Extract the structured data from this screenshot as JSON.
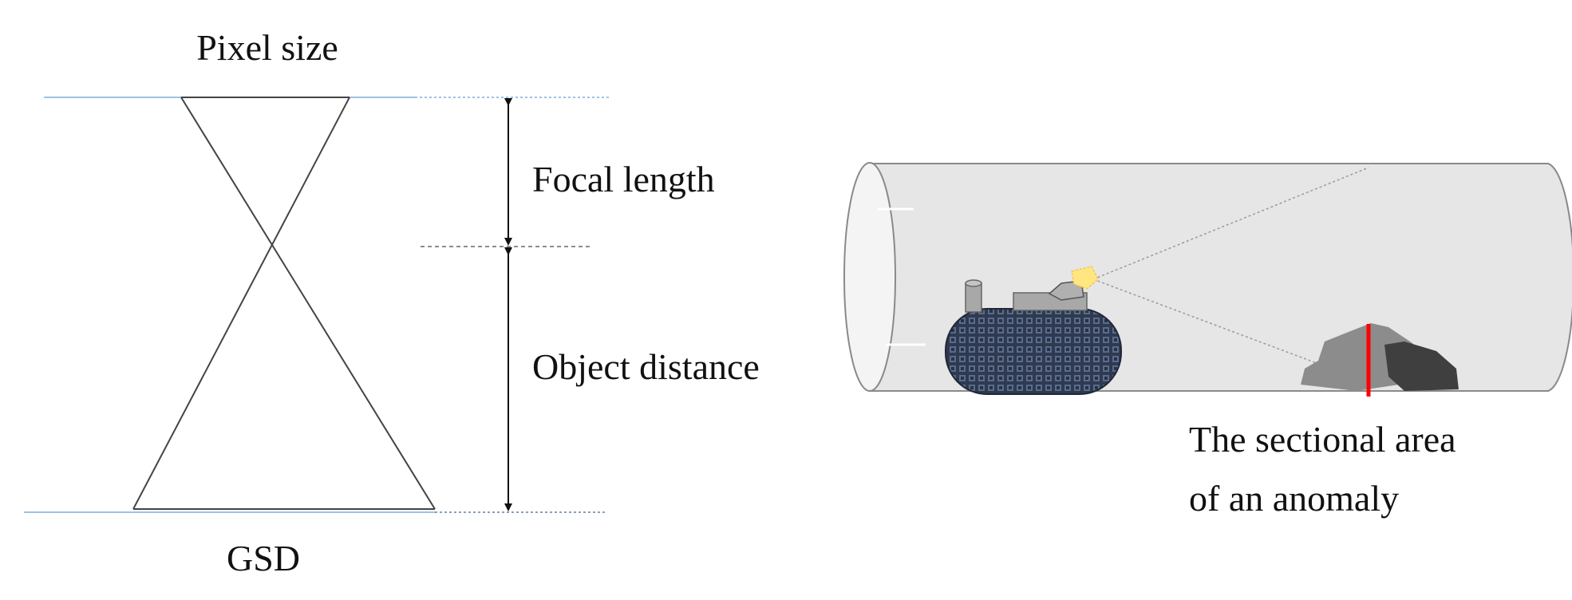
{
  "labels": {
    "pixel_size": "Pixel size",
    "gsd": "GSD",
    "focal_length": "Focal length",
    "object_distance": "Object distance",
    "anomaly_line1": "The sectional area",
    "anomaly_line2": "of an anomaly"
  },
  "colors": {
    "reference_line": "#9cc3e6",
    "outline": "#444444",
    "pipe_fill": "#e6e6e6",
    "pipe_stroke": "#8a8a8a",
    "robot_body": "#2f3a4f",
    "robot_top": "#a8a8a8",
    "light": "#ffe680",
    "anomaly_light": "#8c8c8c",
    "anomaly_dark": "#3f3f3f",
    "section_marker": "#ff0000"
  }
}
